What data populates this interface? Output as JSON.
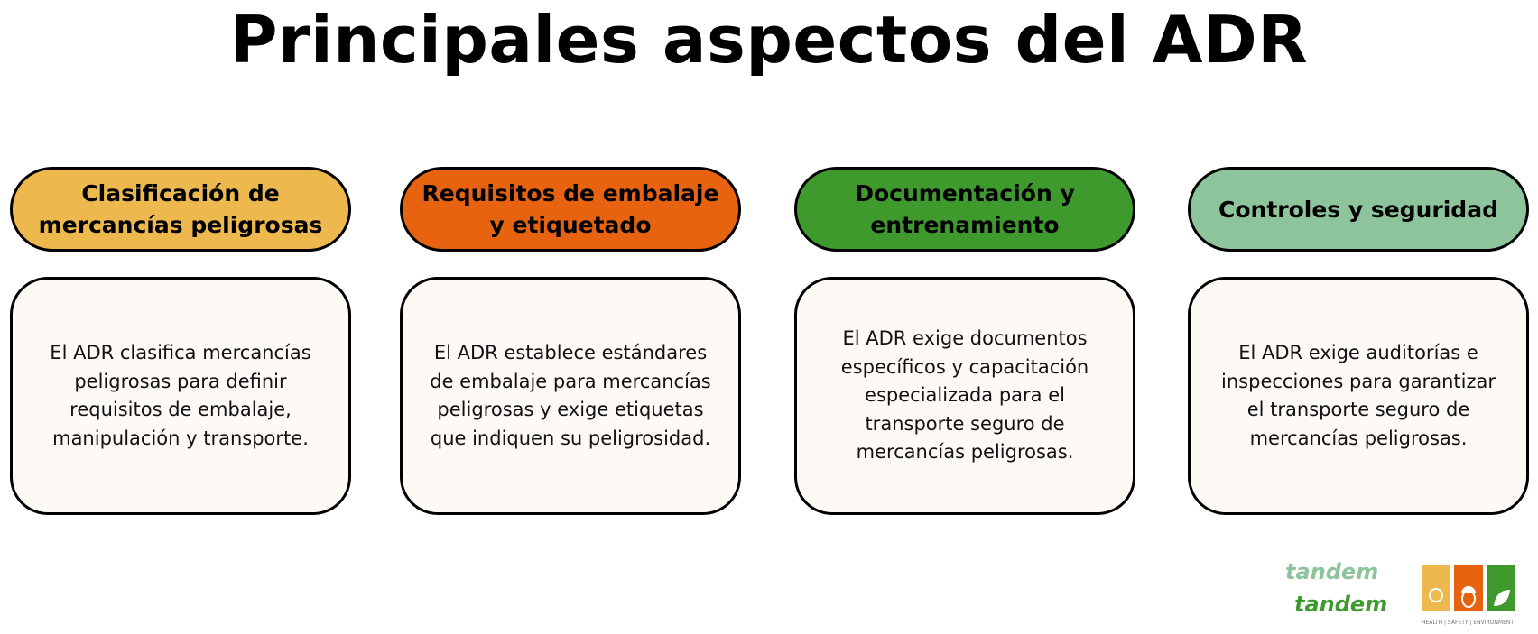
{
  "title": "Principales aspectos del ADR",
  "columns": [
    {
      "heading": "Clasificación de mercancías peligrosas",
      "color": "#EDB84E",
      "text": "El ADR clasifica mercancías peligrosas para definir requisitos de embalaje, manipulación y transporte."
    },
    {
      "heading": "Requisitos de embalaje y etiquetado",
      "color": "#E86310",
      "text": "El ADR establece estándares de embalaje para mercancías peligrosas y exige etiquetas que indiquen su peligrosidad."
    },
    {
      "heading": "Documentación y entrenamiento",
      "color": "#3F9A2E",
      "text": "El ADR exige documentos específicos y capacitación especializada para el transporte seguro de mercancías peligrosas."
    },
    {
      "heading": "Controles y seguridad",
      "color": "#8DC49B",
      "text": "El ADR exige auditorías e inspecciones para garantizar el transporte seguro de mercancías peligrosas."
    }
  ],
  "logo": {
    "wordmark": "tandem tandem",
    "tagline": "HEALTH | SAFETY | ENVIRONMENT",
    "colors": [
      "#EDB84E",
      "#E86310",
      "#3F9A2E"
    ]
  }
}
